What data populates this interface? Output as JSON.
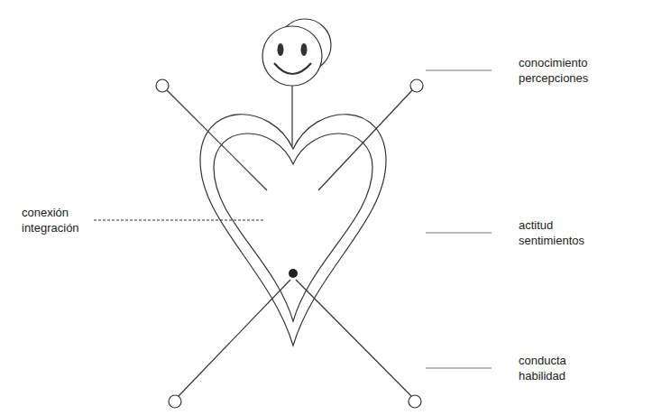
{
  "diagram": {
    "labels": [
      "conocimiento percepciones",
      "actitud sentimientos",
      "conducta habilidad",
      "conexión integración"
    ]
  }
}
